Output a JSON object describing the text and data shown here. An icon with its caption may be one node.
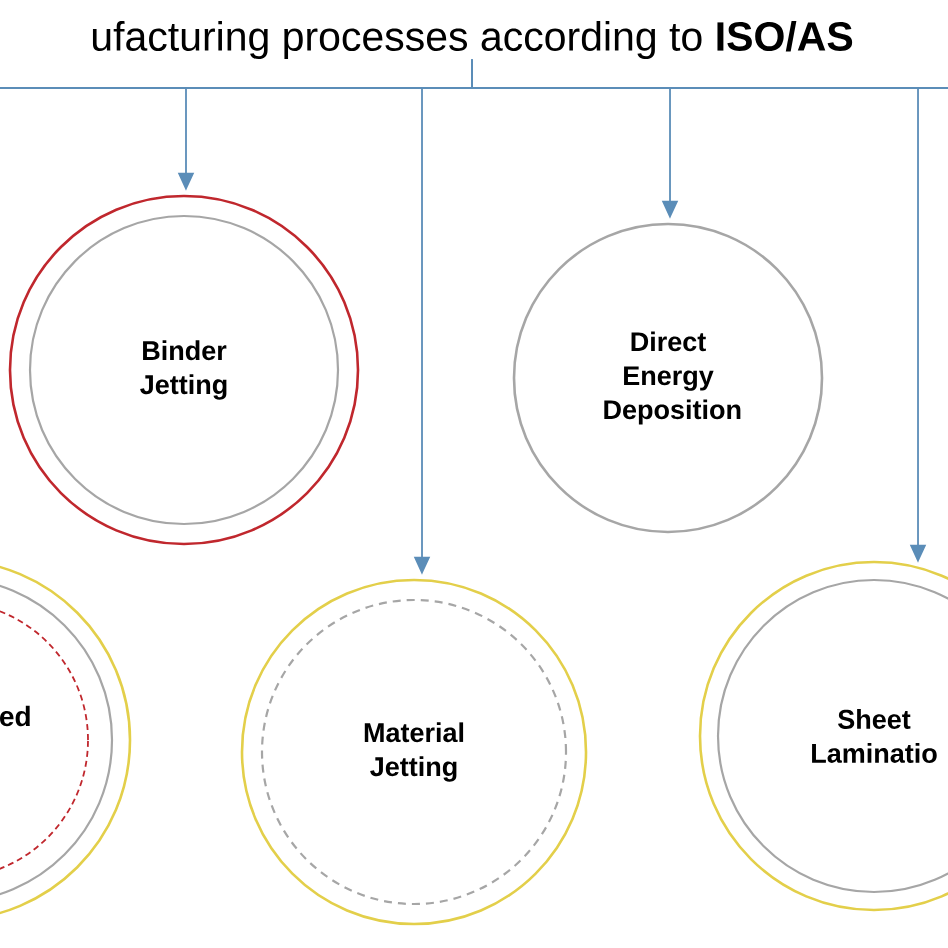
{
  "diagram": {
    "nodes": [
      {
        "text": [
          "ufacturing processes according to **ISO/AS**"
        ]
      },
      {
        "text": [
          "Binder Jetting"
        ]
      },
      {
        "text": [
          "Direct Energy Deposition"
        ]
      },
      {
        "text": [
          "ed"
        ]
      },
      {
        "text": [
          "Material Jetting"
        ]
      },
      {
        "text": [
          "Sheet Laminatio"
        ]
      }
    ],
    "edges": [
      {
        "from": 0,
        "to": 1,
        "arrow": "to"
      },
      {
        "from": 0,
        "to": 4,
        "arrow": "to"
      },
      {
        "from": 0,
        "to": 2,
        "arrow": "to"
      },
      {
        "from": 0,
        "to": 5,
        "arrow": "to"
      }
    ]
  }
}
